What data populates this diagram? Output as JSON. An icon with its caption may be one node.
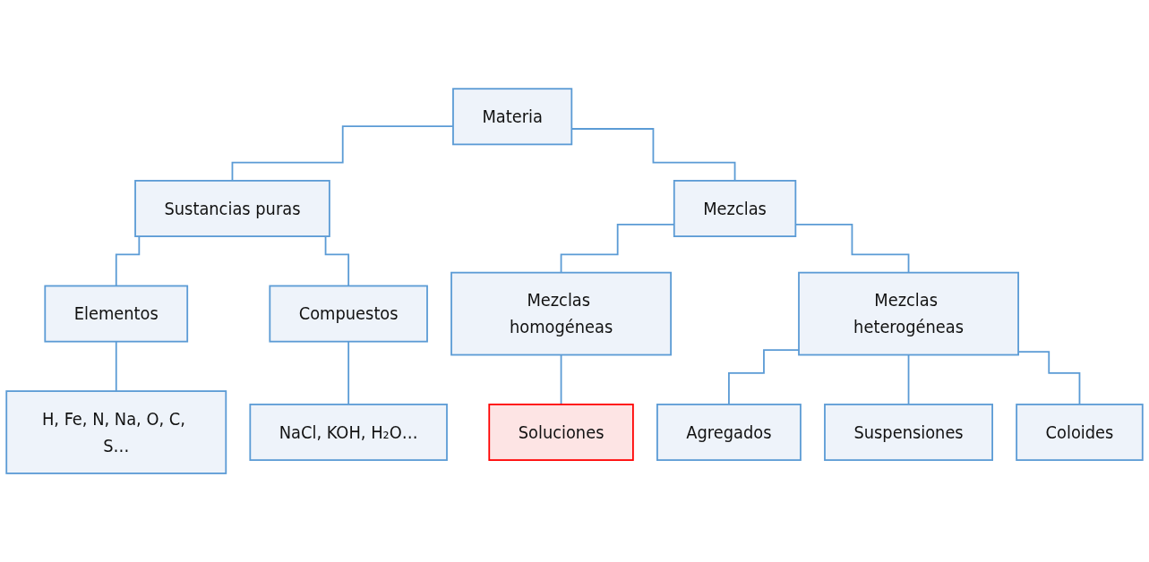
{
  "diagram": {
    "nodes": [
      {
        "text": [
          "Materia"
        ]
      },
      {
        "text": [
          "Sustancias puras"
        ]
      },
      {
        "text": [
          "Mezclas"
        ]
      },
      {
        "text": [
          "Elementos"
        ]
      },
      {
        "text": [
          "Compuestos"
        ]
      },
      {
        "text": [
          "Mezclas homogéneas"
        ]
      },
      {
        "text": [
          "Mezclas heterogéneas"
        ]
      },
      {
        "text": [
          "H, Fe, N, Na, O, C, S…"
        ]
      },
      {
        "text": [
          "NaCl, KOH, H₂O…"
        ]
      },
      {
        "text": [
          "Soluciones"
        ]
      },
      {
        "text": [
          "Agregados"
        ]
      },
      {
        "text": [
          "Suspensiones"
        ]
      },
      {
        "text": [
          "Coloides"
        ]
      }
    ],
    "edges": [
      {
        "from": 0,
        "to": 1,
        "arrow": "none"
      },
      {
        "from": 0,
        "to": 2,
        "arrow": "none"
      },
      {
        "from": 1,
        "to": 3,
        "arrow": "none"
      },
      {
        "from": 1,
        "to": 4,
        "arrow": "none"
      },
      {
        "from": 2,
        "to": 5,
        "arrow": "none"
      },
      {
        "from": 2,
        "to": 6,
        "arrow": "none"
      },
      {
        "from": 3,
        "to": 7,
        "arrow": "none"
      },
      {
        "from": 4,
        "to": 8,
        "arrow": "none"
      },
      {
        "from": 5,
        "to": 9,
        "arrow": "none"
      },
      {
        "from": 6,
        "to": 10,
        "arrow": "none"
      },
      {
        "from": 6,
        "to": 11,
        "arrow": "none"
      },
      {
        "from": 6,
        "to": 12,
        "arrow": "none"
      }
    ]
  }
}
